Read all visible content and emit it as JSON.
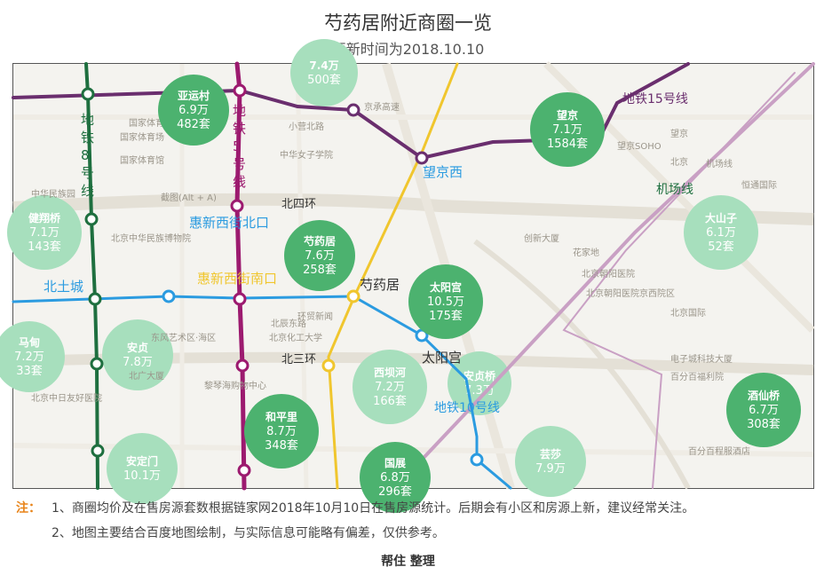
{
  "header": {
    "title": "芍药居附近商圈一览",
    "subtitle": "更新时间为2018.10.10"
  },
  "colors": {
    "line8": "#1e6f3f",
    "line5": "#9c1a6f",
    "line15": "#6a2e6e",
    "line10": "#2b9be0",
    "airport": "#c9a0c4",
    "airport_express": "#f0c62e",
    "green_circle": "#4cb26f",
    "faded_circle": "#a7dfbd",
    "ring_road": "#d6d2c8"
  },
  "lines": [
    {
      "id": "line8",
      "label_chars": [
        "地",
        "铁",
        "8",
        "号",
        "线"
      ]
    },
    {
      "id": "line5",
      "label_chars": [
        "地",
        "铁",
        "5",
        "号",
        "线"
      ]
    },
    {
      "id": "line15",
      "label": "地铁15号线"
    },
    {
      "id": "line10",
      "label": "地铁10号线"
    },
    {
      "id": "airport",
      "label": "机场线"
    }
  ],
  "stations": [
    {
      "name": "望京西"
    },
    {
      "name": "惠新西街北口"
    },
    {
      "name": "惠新西街南口"
    },
    {
      "name": "北土城"
    },
    {
      "name": "芍药居"
    },
    {
      "name": "太阳宫"
    }
  ],
  "roads": [
    {
      "name": "北四环"
    },
    {
      "name": "北三环"
    }
  ],
  "circles_active": [
    {
      "name": "亚运村",
      "price": "6.9万",
      "count": "482套"
    },
    {
      "name": "望京",
      "price": "7.1万",
      "count": "1584套"
    },
    {
      "name": "芍药居",
      "price": "7.6万",
      "count": "258套"
    },
    {
      "name": "太阳宫",
      "price": "10.5万",
      "count": "175套"
    },
    {
      "name": "和平里",
      "price": "8.7万",
      "count": "348套"
    },
    {
      "name": "国展",
      "price": "6.8万",
      "count": "296套"
    },
    {
      "name": "酒仙桥",
      "price": "6.7万",
      "count": "308套"
    }
  ],
  "circles_faded": [
    {
      "name": "",
      "price": "7.4万",
      "count": "500套"
    },
    {
      "name": "健翔桥",
      "price": "7.1万",
      "count": "143套"
    },
    {
      "name": "大山子",
      "price": "6.1万",
      "count": "52套"
    },
    {
      "name": "安贞",
      "price": "7.8万",
      "count": ""
    },
    {
      "name": "西坝河",
      "price": "7.2万",
      "count": "166套"
    },
    {
      "name": "安定门",
      "price": "10.1万",
      "count": ""
    },
    {
      "name": "芸莎",
      "price": "7.9万",
      "count": ""
    },
    {
      "name": "马甸",
      "price": "7.2万",
      "count": "33套"
    },
    {
      "name": "安贞桥",
      "price": "7.3万",
      "count": ""
    }
  ],
  "map_labels": [
    "小营北路",
    "京承高速",
    "中华女子学院",
    "国家体育场",
    "国家体育馆",
    "北京中华民族博物院",
    "国家体育场",
    "中华民族园",
    "望京SOHO",
    "望京",
    "北京",
    "机场线",
    "恒通国际",
    "创新大厦",
    "花家地",
    "北京朝阳医院",
    "北京朝阳医院京西院区",
    "北京国际",
    "电子城科技大厦",
    "百分百福利院",
    "百分百程服酒店",
    "东风艺术区·海区",
    "北京化工大学",
    "黎琴海购物中心",
    "环贸新闻",
    "北辰东路",
    "北京中日友好医院",
    "北广大厦",
    "截图(Alt + A)"
  ],
  "notes": {
    "label": "注：",
    "line1": "1、商圈均价及在售房源套数根据链家网2018年10月10日在售房源统计。后期会有小区和房源上新，建议经常关注。",
    "line2": "2、地图主要结合百度地图绘制，与实际信息可能略有偏差，仅供参考。"
  },
  "credit": "帮住 整理"
}
